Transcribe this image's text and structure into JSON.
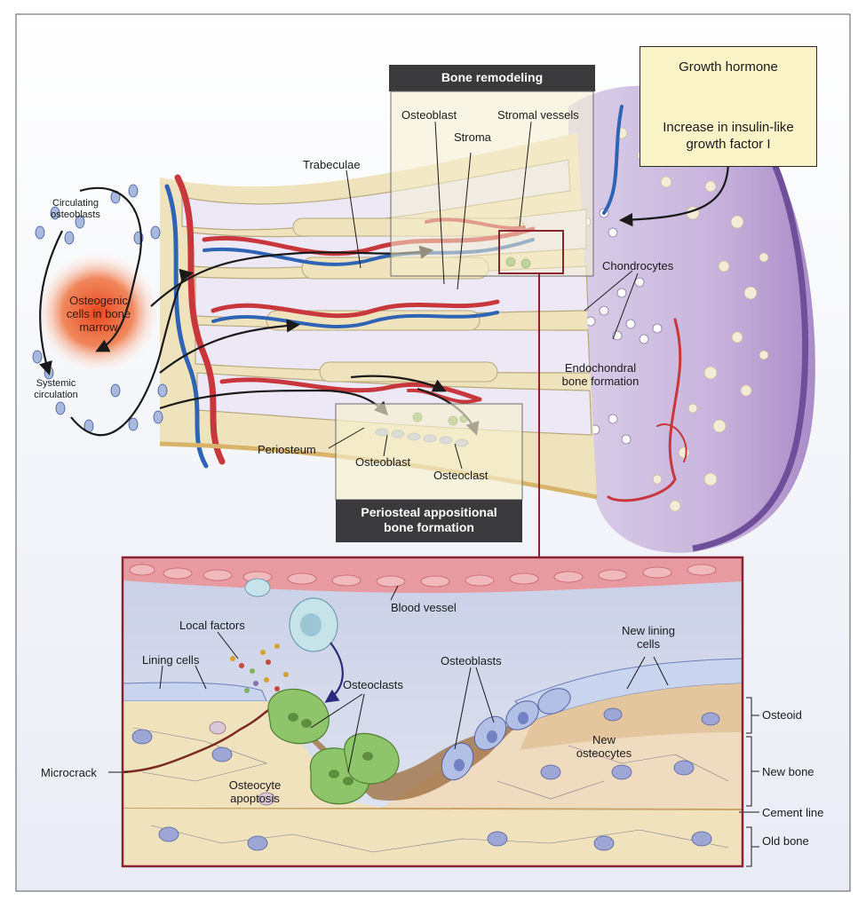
{
  "colors": {
    "frame": "#8a2432",
    "bone": "#efe3bd",
    "marrow": "#ece8f5",
    "cartilage": "#c9b4db",
    "artery": "#c8373c",
    "vein": "#2f64b4",
    "osteoclast": "#7fb35c",
    "osteoblast": "#a9b9de",
    "banner": "#3a3a3c",
    "hormone_box": "#fbf3c8"
  },
  "top": {
    "bone_remodeling": "Bone remodeling",
    "osteoblast": "Osteoblast",
    "stromal_vessels": "Stromal vessels",
    "stroma": "Stroma",
    "trabeculae": "Trabeculae",
    "circulating_line1": "Circulating",
    "circulating_line2": "osteoblasts",
    "osteogenic_line1": "Osteogenic",
    "osteogenic_line2": "cells in bone",
    "osteogenic_line3": "marrow",
    "systemic_line1": "Systemic",
    "systemic_line2": "circulation",
    "chondrocytes": "Chondrocytes",
    "endochondral_line1": "Endochondral",
    "endochondral_line2": "bone formation",
    "periosteum": "Periosteum",
    "osteoblast_lower": "Osteoblast",
    "osteoclast_lower": "Osteoclast",
    "periosteal_line1": "Periosteal appositional",
    "periosteal_line2": "bone formation",
    "growth_hormone": "Growth hormone",
    "igf_line1": "Increase in insulin-like",
    "igf_line2": "growth factor I"
  },
  "inset": {
    "blood_vessel": "Blood vessel",
    "local_factors": "Local factors",
    "lining_cells": "Lining cells",
    "osteoclasts": "Osteoclasts",
    "osteoblasts": "Osteoblasts",
    "new_lining_line1": "New lining",
    "new_lining_line2": "cells",
    "microcrack": "Microcrack",
    "osteocyte_apoptosis_line1": "Osteocyte",
    "osteocyte_apoptosis_line2": "apoptosis",
    "new_osteocytes_line1": "New",
    "new_osteocytes_line2": "osteocytes",
    "osteoid": "Osteoid",
    "new_bone": "New bone",
    "cement_line": "Cement line",
    "old_bone": "Old bone"
  }
}
